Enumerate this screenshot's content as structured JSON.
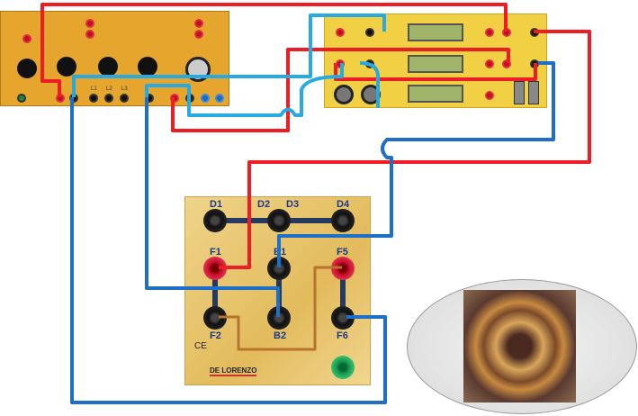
{
  "left_panel": {
    "terminals": [
      "L1",
      "L2",
      "L3"
    ]
  },
  "board": {
    "terminals": [
      "D1",
      "D2",
      "D3",
      "D4",
      "F1",
      "B1",
      "F5",
      "F2",
      "B2",
      "F6"
    ],
    "brand": "DE LORENZO",
    "ce_mark": "CE"
  },
  "colors": {
    "red_wire": "#ee1c24",
    "blue_wire": "#1e6fc8",
    "cyan_wire": "#27a9e1",
    "brown_wire": "#b8732e",
    "left_panel": "#e6a62e",
    "right_panel": "#f2d043"
  }
}
